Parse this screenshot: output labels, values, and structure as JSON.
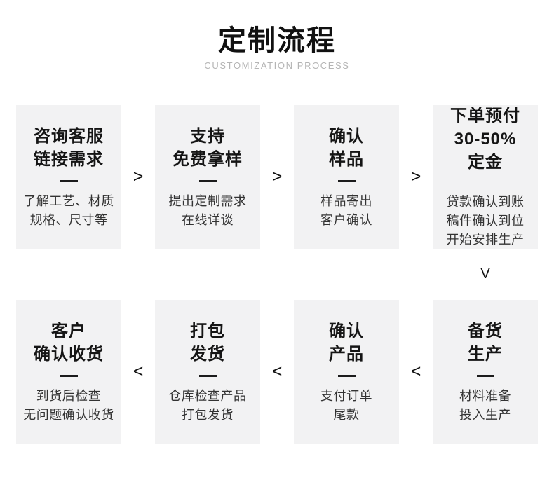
{
  "header": {
    "title": "定制流程",
    "subtitle": "CUSTOMIZATION PROCESS"
  },
  "arrows": {
    "forward": ">",
    "backward": "<",
    "down": "V"
  },
  "colors": {
    "box_background": "#f2f2f3",
    "title_text": "#151515",
    "desc_text": "#333333",
    "subtitle_text": "#b5b5b5",
    "divider": "#1c1c1c"
  },
  "steps": [
    {
      "title_lines": [
        "咨询客服",
        "链接需求"
      ],
      "desc_lines": [
        "了解工艺、材质",
        "规格、尺寸等"
      ]
    },
    {
      "title_lines": [
        "支持",
        "免费拿样"
      ],
      "desc_lines": [
        "提出定制需求",
        "在线详谈"
      ]
    },
    {
      "title_lines": [
        "确认",
        "样品"
      ],
      "desc_lines": [
        "样品寄出",
        "客户确认"
      ]
    },
    {
      "title_lines": [
        "下单预付",
        "30-50%",
        "定金"
      ],
      "desc_lines": [
        "贷款确认到账",
        "稿件确认到位",
        "开始安排生产"
      ]
    },
    {
      "title_lines": [
        "客户",
        "确认收货"
      ],
      "desc_lines": [
        "到货后检查",
        "无问题确认收货"
      ]
    },
    {
      "title_lines": [
        "打包",
        "发货"
      ],
      "desc_lines": [
        "仓库检查产品",
        "打包发货"
      ]
    },
    {
      "title_lines": [
        "确认",
        "产品"
      ],
      "desc_lines": [
        "支付订单",
        "尾款"
      ]
    },
    {
      "title_lines": [
        "备货",
        "生产"
      ],
      "desc_lines": [
        "材料准备",
        "投入生产"
      ]
    }
  ]
}
